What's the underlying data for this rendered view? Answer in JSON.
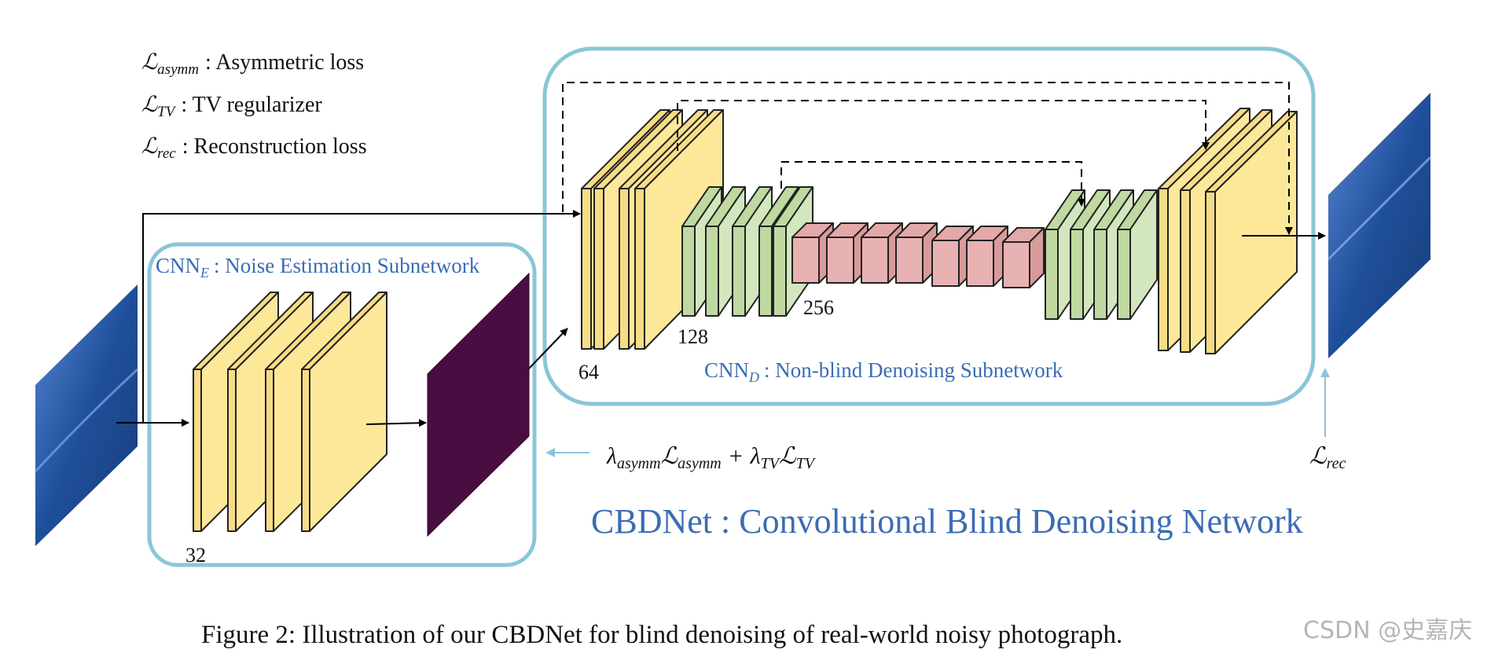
{
  "legend": {
    "asymm_symbol": "ℒ",
    "asymm_sub": "asymm",
    "asymm_desc": ": Asymmetric loss",
    "tv_symbol": "ℒ",
    "tv_sub": "TV",
    "tv_desc": ": TV regularizer",
    "rec_symbol": "ℒ",
    "rec_sub": "rec",
    "rec_desc": ": Reconstruction loss"
  },
  "cnne": {
    "prefix": "CNN",
    "sub": "E",
    "title": ": Noise Estimation Subnetwork",
    "channels": "32"
  },
  "cnnd": {
    "prefix": "CNN",
    "sub": "D",
    "title": ": Non-blind Denoising Subnetwork",
    "ch64": "64",
    "ch128": "128",
    "ch256": "256"
  },
  "loss": {
    "lambda": "λ",
    "asymm": "asymm",
    "L": "ℒ",
    "plus": "+",
    "tv": "TV",
    "rec_symbol": "ℒ",
    "rec_sub": "rec"
  },
  "title": "CBDNet : Convolutional Blind Denoising Network",
  "caption": "Figure 2: Illustration of our CBDNet for blind denoising of real-world noisy photograph.",
  "watermark": "CSDN @史嘉庆",
  "colors": {
    "cyan_frame": "#8ac6d8",
    "blue_text": "#3b6cb5",
    "yellow_face": "#fde89a",
    "yellow_side": "#f6dc85",
    "green_face": "#d3e6bd",
    "green_side": "#bfd9a1",
    "red_face": "#e9b2b2",
    "red_side": "#d99a9a",
    "noise_map": "#4a0d42",
    "photo_blue": "#1f4f9a"
  }
}
